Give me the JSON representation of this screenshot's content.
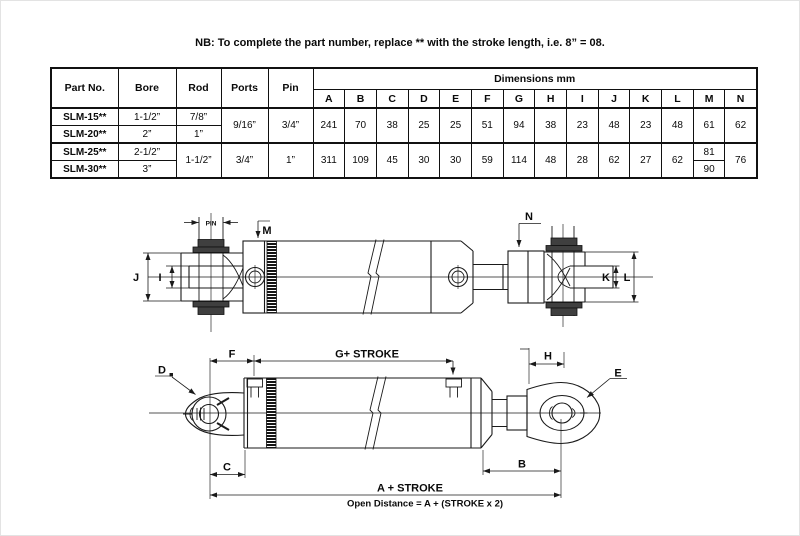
{
  "note": "NB: To complete the part number, replace ** with the stroke length, i.e. 8” = 08.",
  "table": {
    "col_headers": [
      "Part No.",
      "Bore",
      "Rod",
      "Ports",
      "Pin"
    ],
    "dims_header": "Dimensions mm",
    "dim_letters": [
      "A",
      "B",
      "C",
      "D",
      "E",
      "F",
      "G",
      "H",
      "I",
      "J",
      "K",
      "L",
      "M",
      "N"
    ],
    "groups": [
      {
        "rows": [
          {
            "part": "SLM-15**",
            "bore": "1-1/2”",
            "rod": "7/8”"
          },
          {
            "part": "SLM-20**",
            "bore": "2”",
            "rod": "1”"
          }
        ],
        "ports": "9/16”",
        "pin": "3/4”",
        "dims": [
          "241",
          "70",
          "38",
          "25",
          "25",
          "51",
          "94",
          "38",
          "23",
          "48",
          "23",
          "48",
          "61",
          "62"
        ]
      },
      {
        "rows": [
          {
            "part": "SLM-25**",
            "bore": "2-1/2”"
          },
          {
            "part": "SLM-30**",
            "bore": "3”"
          }
        ],
        "rod": "1-1/2”",
        "ports": "3/4”",
        "pin": "1”",
        "dims": [
          "311",
          "109",
          "45",
          "30",
          "30",
          "59",
          "114",
          "48",
          "28",
          "62",
          "27",
          "62"
        ],
        "m_values": [
          "81",
          "90"
        ],
        "n": "76"
      }
    ]
  },
  "drawings": {
    "top": {
      "pin": "PIN",
      "m": "M",
      "n": "N",
      "j": "J",
      "i": "I",
      "k": "K",
      "l": "L"
    },
    "bottom": {
      "d": "D",
      "e": "E",
      "f": "F",
      "c": "C",
      "b": "B",
      "h": "H",
      "g_stroke": "G+ STROKE",
      "a_stroke": "A + STROKE",
      "open_distance": "Open Distance = A + (STROKE x 2)"
    }
  }
}
